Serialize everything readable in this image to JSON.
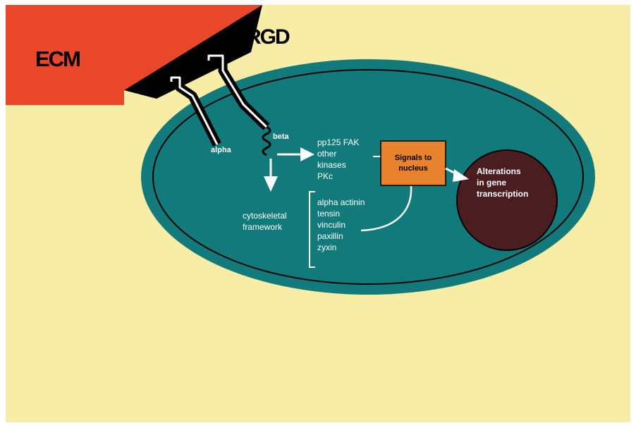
{
  "labels": {
    "ecm": "ECM",
    "rgd": "RGD",
    "alpha": "alpha",
    "beta": "beta",
    "kinases": [
      "pp125 FAK",
      "other",
      "kinases",
      "PKc"
    ],
    "cytoskeletal": [
      "cytoskeletal",
      "framework"
    ],
    "proteins": [
      "alpha actinin",
      "tensin",
      "vinculin",
      "paxillin",
      "zyxin"
    ],
    "signals": [
      "Signals to",
      "nucleus"
    ],
    "alterations": [
      "Alterations",
      "in gene",
      "transcription"
    ]
  },
  "colors": {
    "background": "#f7eda6",
    "ecm": "#e8472a",
    "cell": "#127a7a",
    "nucleus": "#4a1e20",
    "signal_box": "#e9822c",
    "black": "#000000",
    "white": "#ffffff"
  }
}
